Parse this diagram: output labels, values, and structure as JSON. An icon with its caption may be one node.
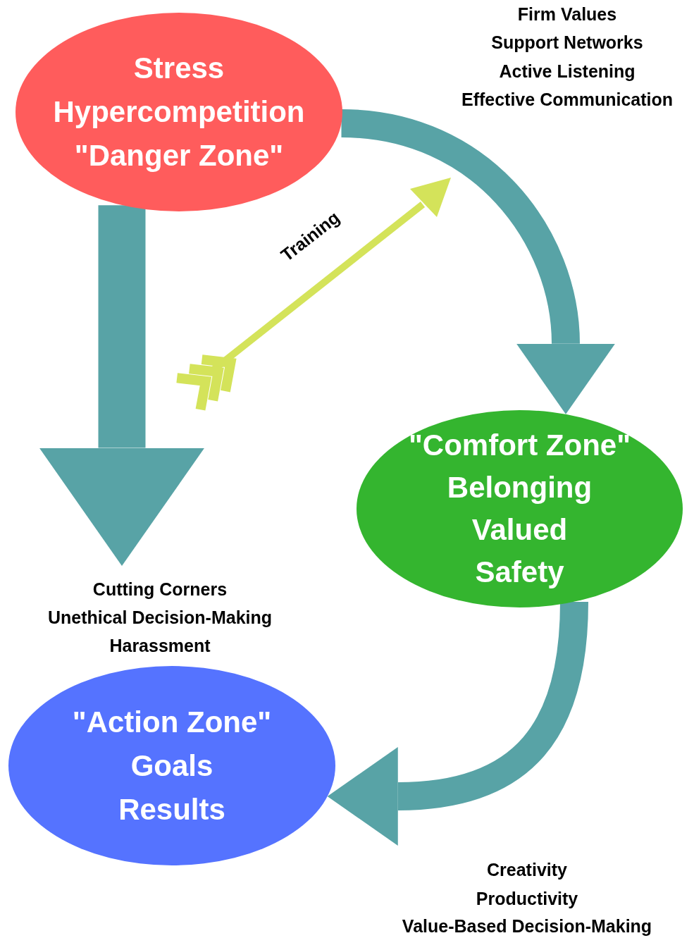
{
  "diagram": {
    "nodes": [
      {
        "text": [
          "Stress",
          "Hypercompetition",
          "\"Danger Zone\""
        ]
      },
      {
        "text": [
          "\"Comfort Zone\"",
          "Belonging",
          "Valued",
          "Safety"
        ]
      },
      {
        "text": [
          "\"Action Zone\"",
          "Goals",
          "Results"
        ]
      },
      {
        "text": [
          "Cutting Corners",
          "Unethical Decision-Making",
          "Harassment"
        ]
      }
    ],
    "edges": [
      {
        "from": 0,
        "to": 1,
        "arrow": "to"
      },
      {
        "from": 0,
        "to": 3,
        "arrow": "to"
      },
      {
        "from": 1,
        "to": 2,
        "arrow": "to"
      }
    ],
    "labels": [
      "Firm Values",
      "Support Networks",
      "Active Listening",
      "Effective Communication",
      "Training",
      "Creativity",
      "Productivity",
      "Value-Based Decision-Making"
    ]
  }
}
